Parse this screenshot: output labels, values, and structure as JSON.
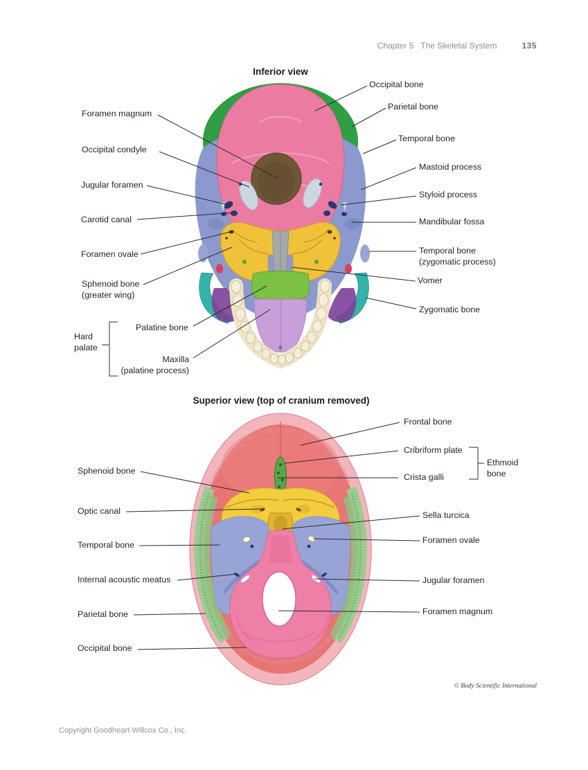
{
  "header": {
    "chapter_label": "Chapter 5",
    "section_title": "The Skeletal System",
    "page_number": "135"
  },
  "footer": {
    "copyright": "Copyright Goodheart-Willcox Co., Inc.",
    "illustration_credit": "© Body Scientific International"
  },
  "bone_colors": {
    "occipital": "#ec7ba2",
    "parietal_inferior": "#2f9e44",
    "temporal": "#8c99cf",
    "sphenoid": "#f0c23a",
    "vomer": "#a6a9ac",
    "palatine": "#7cc142",
    "maxilla": "#c89fd9",
    "zygomatic": "#35b3aa",
    "foramen_magnum_hole": "#6e5737",
    "frontal_superior": "#e97474",
    "ethmoid_superior": "#4f9e43",
    "parietal_superior_rim": "#9ccb92",
    "occipital_superior": "#ee7fa6",
    "teeth": "#f6eed8"
  },
  "figures": {
    "inferior": {
      "title": "Inferior view",
      "labels": {
        "foramen_magnum": "Foramen magnum",
        "occipital_condyle": "Occipital condyle",
        "jugular_foramen": "Jugular foramen",
        "carotid_canal": "Carotid canal",
        "foramen_ovale": "Foramen ovale",
        "sphenoid_bone": "Sphenoid bone\n(greater wing)",
        "palatine_bone": "Palatine bone",
        "maxilla": "Maxilla\n(palatine process)",
        "hard_palate": "Hard\npalate",
        "occipital_bone": "Occipital bone",
        "parietal_bone": "Parietal bone",
        "temporal_bone": "Temporal bone",
        "mastoid_process": "Mastoid process",
        "styloid_process": "Styloid process",
        "mandibular_fossa": "Mandibular fossa",
        "temporal_zygomatic": "Temporal bone\n(zygomatic process)",
        "vomer": "Vomer",
        "zygomatic_bone": "Zygomatic bone"
      }
    },
    "superior": {
      "title": "Superior view (top of cranium removed)",
      "labels": {
        "sphenoid_bone": "Sphenoid bone",
        "optic_canal": "Optic canal",
        "temporal_bone": "Temporal bone",
        "internal_acoustic_meatus": "Internal acoustic meatus",
        "parietal_bone": "Parietal bone",
        "occipital_bone": "Occipital bone",
        "frontal_bone": "Frontal bone",
        "cribriform_plate": "Cribriform plate",
        "crista_galli": "Crista galli",
        "ethmoid_bone": "Ethmoid\nbone",
        "sella_turcica": "Sella turcica",
        "foramen_ovale": "Foramen ovale",
        "jugular_foramen": "Jugular foramen",
        "foramen_magnum": "Foramen magnum"
      }
    }
  }
}
